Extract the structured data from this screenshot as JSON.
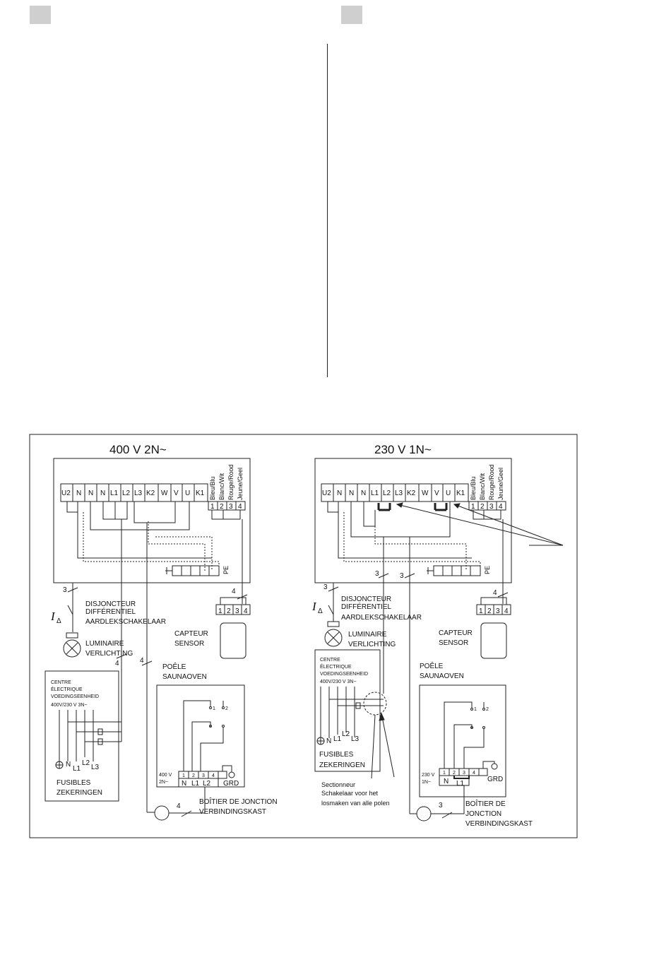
{
  "left_title": "400 V 2N~",
  "right_title": "230 V 1N~",
  "left_terminals": [
    "U2",
    "N",
    "N",
    "N",
    "L1",
    "L2",
    "L3",
    "K2",
    "W",
    "V",
    "U",
    "K1"
  ],
  "right_terminals": [
    "U2",
    "N",
    "N",
    "N",
    "L1",
    "L2",
    "L3",
    "K2",
    "W",
    "V",
    "U",
    "K1"
  ],
  "sensor_wire_colors": [
    "Bleu/Blu",
    "Blanc/Wit",
    "Rouge/Rood",
    "Jeune/Geel"
  ],
  "sensor_terminals": [
    "1",
    "2",
    "3",
    "4"
  ],
  "pe": "PE",
  "cable_counts": {
    "left_rcd": "3",
    "left_sensor": "4",
    "left_center": "4",
    "left_heater": "4",
    "left_junction": "4",
    "right_rcd": "3",
    "right_sensor": "4",
    "right_a": "3",
    "right_b": "3",
    "right_junction": "3"
  },
  "rcd_symbol": "I",
  "rcd_sub": "Δ",
  "rcd_label": [
    "DISJONCTEUR",
    "DIFFÉRENTIEL",
    "AARDLEKSCHAKELAAR"
  ],
  "lamp_label": [
    "LUMINAIRE",
    "VERLICHTING"
  ],
  "sensor_label": [
    "CAPTEUR",
    "SENSOR"
  ],
  "heater_label": [
    "POÊLE",
    "SAUNAOVEN"
  ],
  "center_label_left": [
    "CENTRE",
    "ÉLECTRIQUE",
    "VOEDINGSEENHEID",
    "400V/230 V  3N~"
  ],
  "center_label_right": [
    "CENTRE",
    "ÉLECTRIQUE",
    "VOEDINGSEENHEID",
    "400V/230 V  3N~"
  ],
  "fuse_lines": [
    "N",
    "L1",
    "L2",
    "L3"
  ],
  "fuse_label": [
    "FUSIBLES",
    "ZEKERINGEN"
  ],
  "junction_label_left": [
    "BOÎTIER DE JONCTION",
    "VERBINDINGSKAST"
  ],
  "junction_label_right": [
    "BOÎTIER DE",
    "JONCTION",
    "VERBINDINGSKAST"
  ],
  "heater_left_voltage": [
    "400 V",
    "2N~"
  ],
  "heater_right_voltage": [
    "230 V",
    "1N~"
  ],
  "heater_left_terminals": [
    "1",
    "2",
    "3",
    "4"
  ],
  "heater_left_lines": [
    "N",
    "L1",
    "L2"
  ],
  "heater_right_terminals": [
    "1",
    "2",
    "3",
    "4"
  ],
  "heater_right_lines": [
    "N",
    "L1"
  ],
  "grd": "GRD",
  "switch_contacts": [
    "1",
    "2"
  ],
  "isolator_label": [
    "Sectionneur",
    "Schakelaar voor het",
    "losmaken van alle polen"
  ]
}
